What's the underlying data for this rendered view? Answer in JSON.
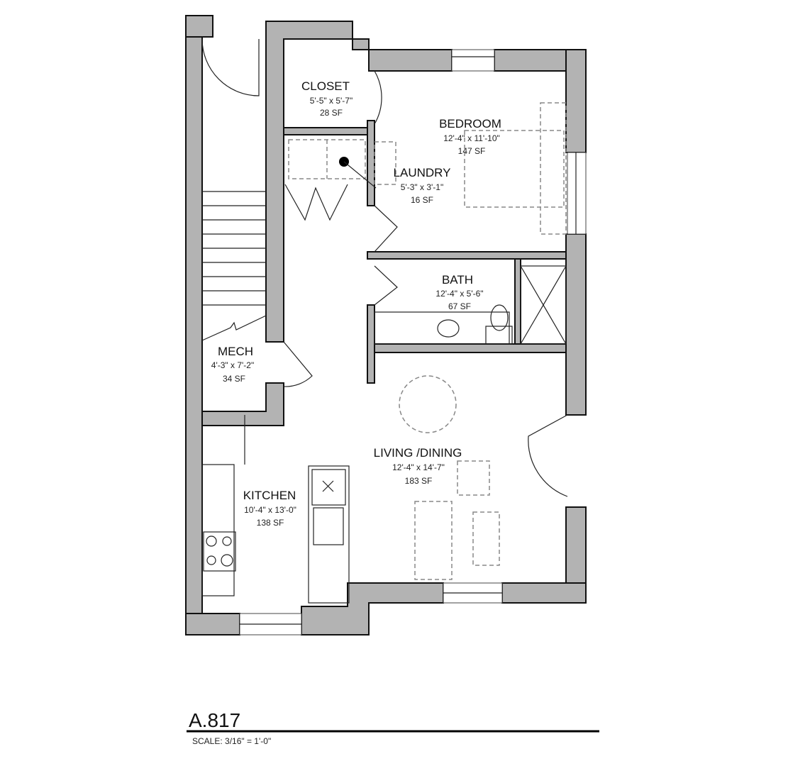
{
  "sheet": {
    "id": "A.817",
    "scale": "SCALE:  3/16\" = 1'-0\""
  },
  "rooms": [
    {
      "name": "CLOSET",
      "dims": "5'-5\" x 5'-7\"",
      "area": "28 SF"
    },
    {
      "name": "BEDROOM",
      "dims": "12'-4\" x 11'-10\"",
      "area": "147 SF"
    },
    {
      "name": "LAUNDRY",
      "dims": "5'-3\" x 3'-1\"",
      "area": "16 SF"
    },
    {
      "name": "BATH",
      "dims": "12'-4\" x 5'-6\"",
      "area": "67 SF"
    },
    {
      "name": "MECH",
      "dims": "4'-3\" x 7'-2\"",
      "area": "34 SF"
    },
    {
      "name": "LIVING /DINING",
      "dims": "12'-4\" x 14'-7\"",
      "area": "183 SF"
    },
    {
      "name": "KITCHEN",
      "dims": "10'-4\" x 13'-0\"",
      "area": "138 SF"
    }
  ]
}
